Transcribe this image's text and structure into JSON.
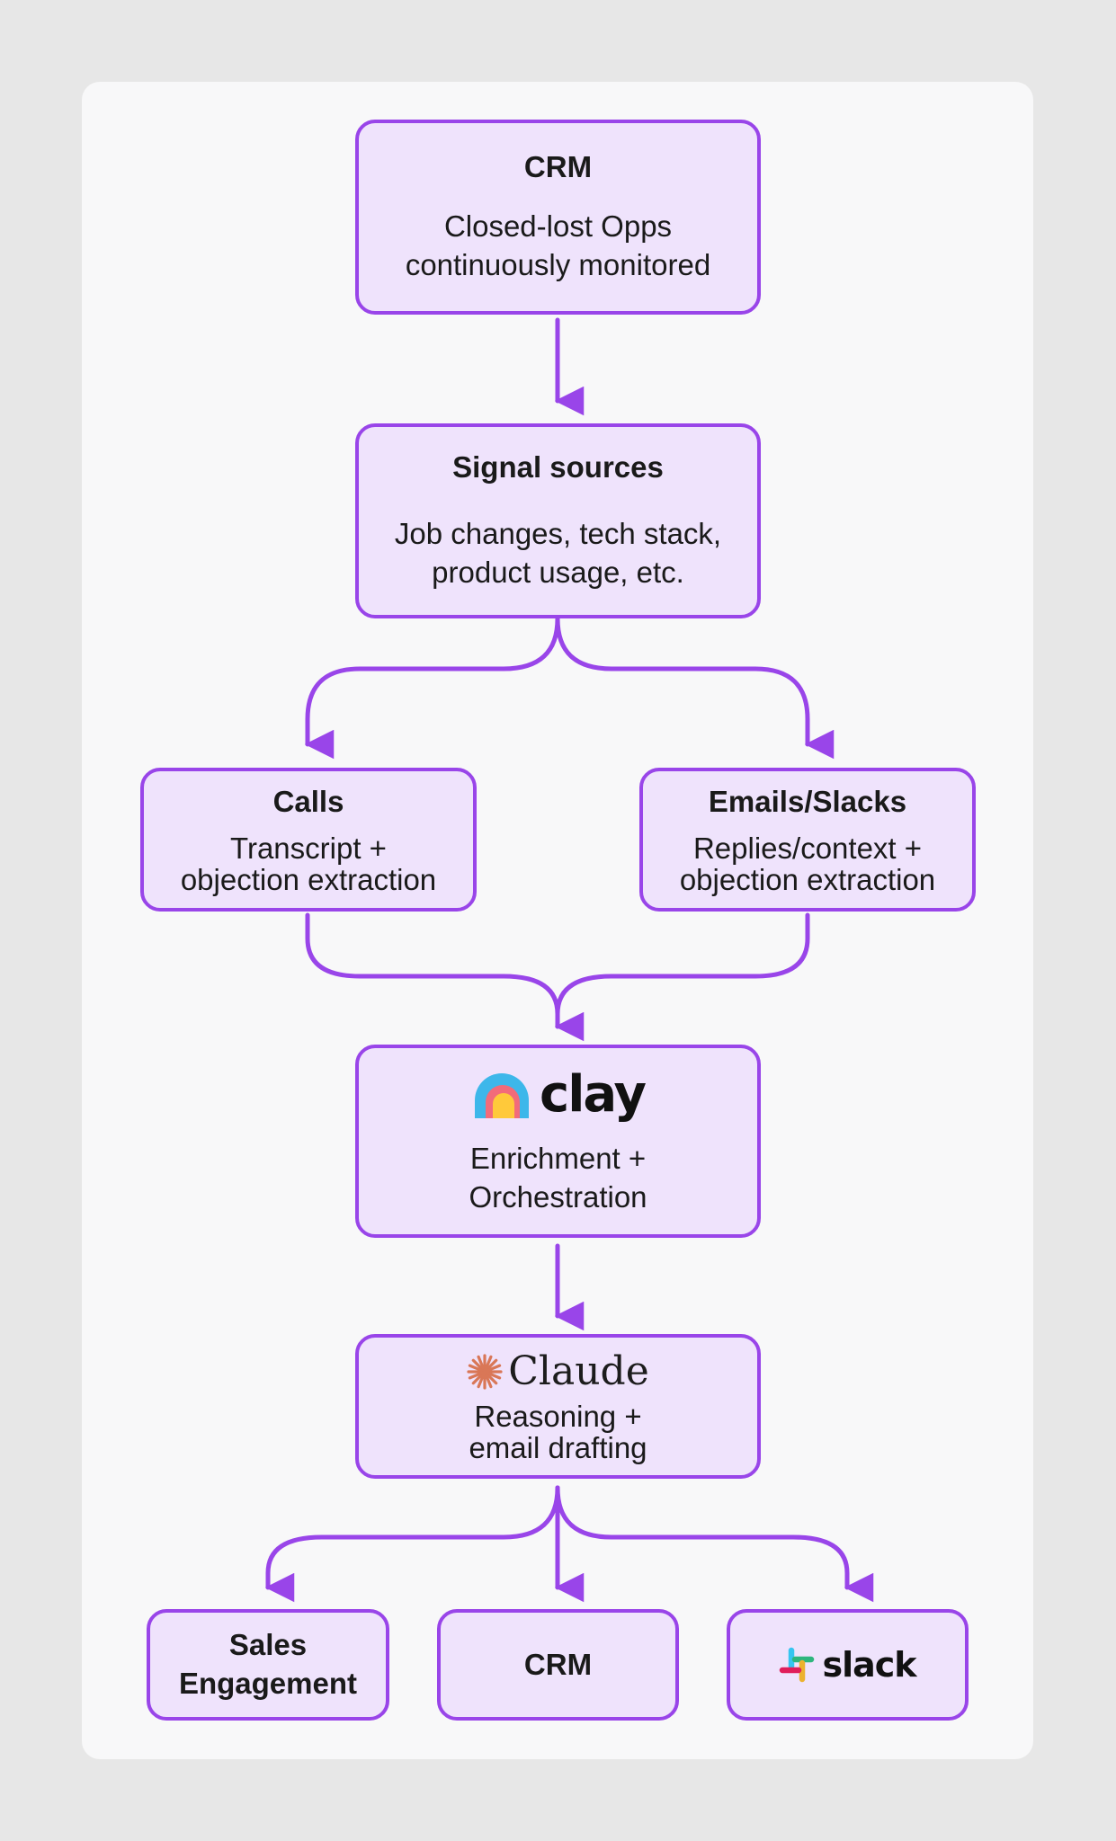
{
  "colors": {
    "box_fill": "#efe3fc",
    "box_border": "#9945e9",
    "arrow": "#9945e9",
    "card": "#f8f8f9",
    "background": "#e7e7e7"
  },
  "nodes": {
    "crm_source": {
      "title": "CRM",
      "desc": "Closed-lost Opps\ncontinuously monitored"
    },
    "signals": {
      "title": "Signal sources",
      "desc": "Job changes, tech stack,\nproduct usage, etc."
    },
    "calls": {
      "title": "Calls",
      "desc": "Transcript +\nobjection extraction"
    },
    "emails": {
      "title": "Emails/Slacks",
      "desc": "Replies/context +\nobjection extraction"
    },
    "clay": {
      "logo_text": "clay",
      "logo_icon": "clay-rainbow-logo",
      "desc": "Enrichment +\nOrchestration"
    },
    "claude": {
      "logo_text": "Claude",
      "logo_icon": "claude-starburst-logo",
      "desc": "Reasoning +\nemail drafting"
    },
    "sales_engagement": {
      "title": "Sales\nEngagement"
    },
    "crm_dest": {
      "title": "CRM"
    },
    "slack": {
      "logo_text": "slack",
      "logo_icon": "slack-hash-logo"
    }
  }
}
